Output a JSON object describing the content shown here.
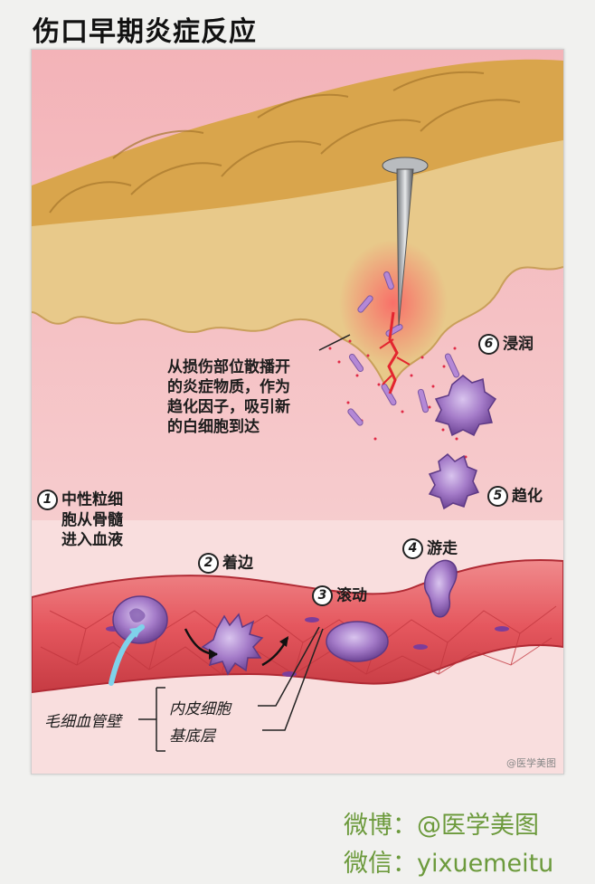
{
  "page": {
    "title": "伤口早期炎症反应"
  },
  "diagram": {
    "annotation_spread": [
      "从损伤部位散播开",
      "的炎症物质，作为",
      "趋化因子，吸引新",
      "的白细胞到达"
    ],
    "steps": [
      {
        "num": "1",
        "lines": [
          "中性粒细",
          "胞从骨髓",
          "进入血液"
        ]
      },
      {
        "num": "2",
        "lines": [
          "着边"
        ]
      },
      {
        "num": "3",
        "lines": [
          "滚动"
        ]
      },
      {
        "num": "4",
        "lines": [
          "游走"
        ]
      },
      {
        "num": "5",
        "lines": [
          "趋化"
        ]
      },
      {
        "num": "6",
        "lines": [
          "浸润"
        ]
      }
    ],
    "vessel_label": "毛细血管壁",
    "vessel_parts": [
      "内皮细胞",
      "基底层"
    ],
    "watermark_small": "@医学美图",
    "colors": {
      "skin": "#d9a54c",
      "dermis": "#e8c98a",
      "tissue": "#f5c9cc",
      "vessel": "#e65d63",
      "cell": "#8e62b8",
      "blood": "#e3252f"
    }
  },
  "footer": {
    "weibo": "微博：@医学美图",
    "wechat": "微信：yixuemeitu"
  }
}
